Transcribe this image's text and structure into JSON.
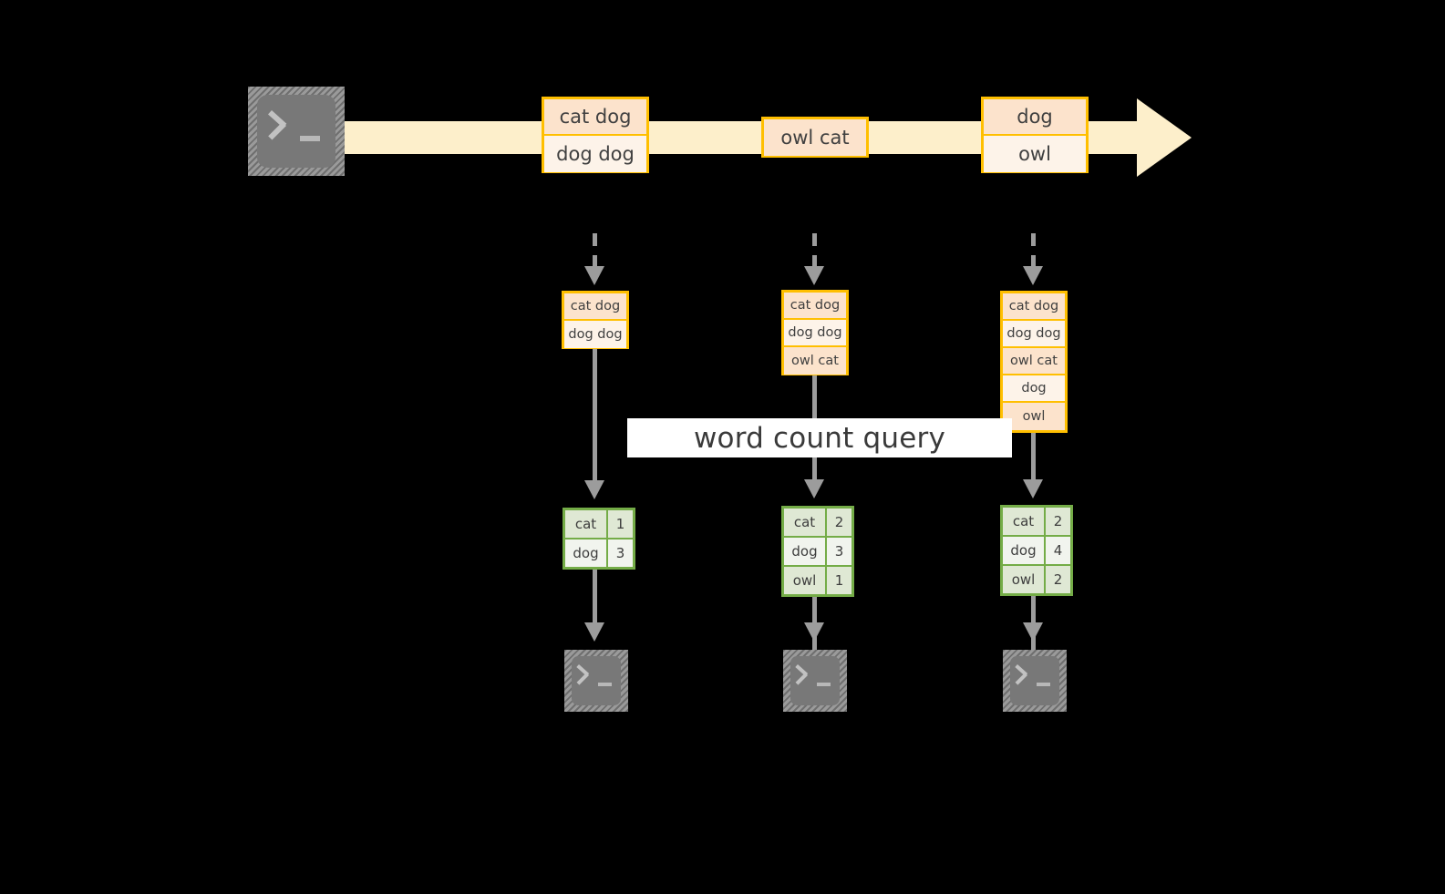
{
  "diagram": {
    "title": "word count query",
    "stream": {
      "source_icon": "terminal-icon",
      "events": [
        {
          "lines": [
            "cat dog",
            "dog dog"
          ]
        },
        {
          "lines": [
            "owl cat"
          ]
        },
        {
          "lines": [
            "dog",
            "owl"
          ]
        }
      ]
    },
    "snapshots": [
      {
        "name": "snapshot-1",
        "buffer": [
          "cat dog",
          "dog dog"
        ],
        "result": {
          "rows": [
            {
              "word": "cat",
              "count": "1"
            },
            {
              "word": "dog",
              "count": "3"
            }
          ]
        },
        "sink_icon": "terminal-icon"
      },
      {
        "name": "snapshot-2",
        "buffer": [
          "cat dog",
          "dog dog",
          "owl cat"
        ],
        "result": {
          "rows": [
            {
              "word": "cat",
              "count": "2"
            },
            {
              "word": "dog",
              "count": "3"
            },
            {
              "word": "owl",
              "count": "1"
            }
          ]
        },
        "sink_icon": "terminal-icon"
      },
      {
        "name": "snapshot-3",
        "buffer": [
          "cat dog",
          "dog dog",
          "owl cat",
          "dog",
          "owl"
        ],
        "result": {
          "rows": [
            {
              "word": "cat",
              "count": "2"
            },
            {
              "word": "dog",
              "count": "4"
            },
            {
              "word": "owl",
              "count": "2"
            }
          ]
        },
        "sink_icon": "terminal-icon"
      }
    ],
    "colors": {
      "background": "#000000",
      "stream_band": "#fdefcb",
      "event_border": "#ffbf00",
      "event_fill_dark": "#fce3cc",
      "event_fill_light": "#fdf3e9",
      "result_border": "#74ac47",
      "result_fill_dark": "#dfe8d4",
      "result_fill_light": "#f1f4ee",
      "arrow": "#9c9c9c",
      "terminal": "#787878",
      "label_bg": "#ffffff",
      "text": "#3d3d3d"
    }
  }
}
